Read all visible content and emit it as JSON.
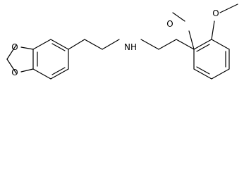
{
  "molecule": {
    "atoms": {
      "ring_o_top": "O",
      "ring_o_bottom": "O",
      "amine": "NH",
      "methoxy_o_1": "O",
      "methoxy_o_2": "O"
    }
  }
}
